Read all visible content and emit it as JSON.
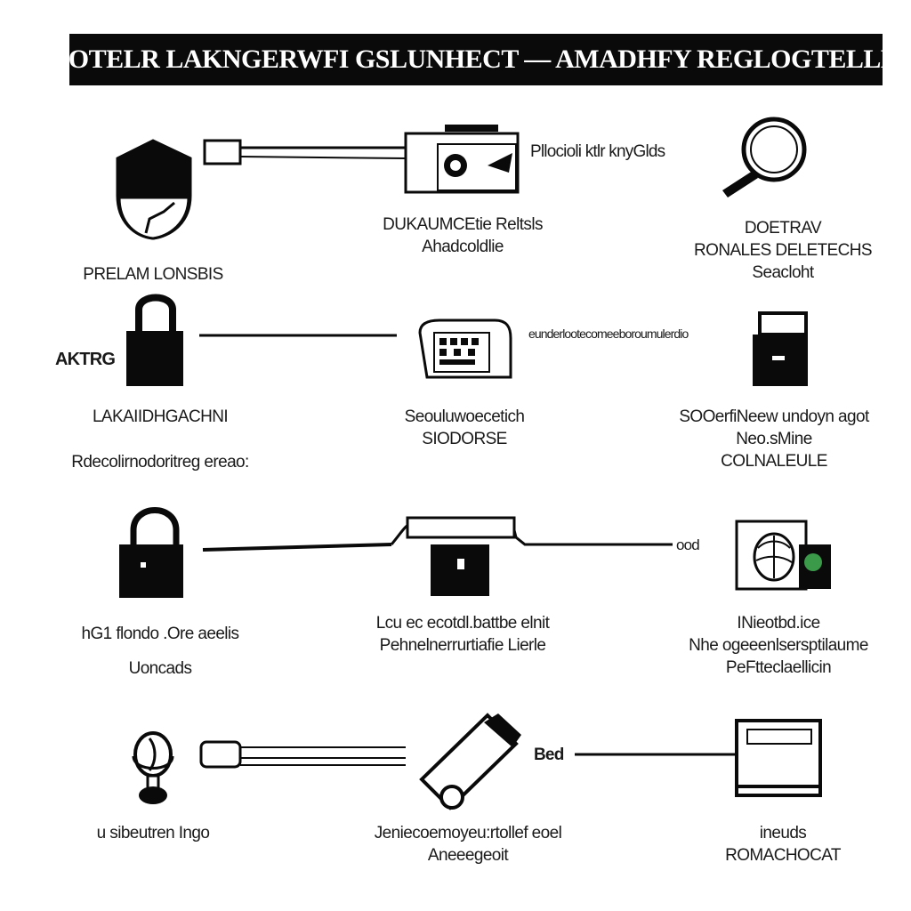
{
  "title": "PLOTELR LAKNGERWFI GSLUNHECT — AMADHFY REGLOGTELLED",
  "colors": {
    "ink": "#0a0a0a",
    "paper": "#ffffff",
    "accent_green": "#3a9a4a"
  },
  "rows": [
    {
      "left": {
        "icon": "shield-icon",
        "lines": [
          "PRELAM LONSBIS"
        ]
      },
      "middle": {
        "icon": "camera-device-icon",
        "lines": [
          "DUKAUMCEtie Reltsls",
          "Ahadcoldlie"
        ]
      },
      "middle_inline": "Pllocioli ktlr knyGlds",
      "right": {
        "icon": "magnifier-icon",
        "lines": [
          "DOETRAV",
          "RONALES DELETECHS",
          "Seacloht"
        ]
      }
    },
    {
      "left_inline": "AKTRG",
      "left": {
        "icon": "padlock-icon",
        "lines": [
          "LAKAIIDHGACHNI",
          "Rdecolirnodoritreg ereao:"
        ]
      },
      "middle": {
        "icon": "keyboard-icon",
        "lines": [
          "Seouluwoecetich",
          "SIODORSE"
        ]
      },
      "middle_inline": "eunderlootecomeeboroumulerdio",
      "right": {
        "icon": "storage-box-icon",
        "lines": [
          "SOOerfiNeew undoyn agot",
          "Neo.sMine",
          "COLNALEULE"
        ]
      }
    },
    {
      "left": {
        "icon": "padlock-icon",
        "lines": [
          "hG1 flondo .Ore aeelis",
          "Uoncads"
        ]
      },
      "middle": {
        "icon": "card-reader-icon",
        "lines": [
          "Lcu ec ecotdl.battbe elnit",
          "Pehnelnerrurtiafie Lierle"
        ]
      },
      "middle_inline": "ood",
      "right": {
        "icon": "brain-display-icon",
        "lines": [
          "INieotbd.ice",
          "Nhe ogeeenlsersptilaume",
          "PeFtteclaellicin"
        ]
      }
    },
    {
      "left": {
        "icon": "microphone-icon",
        "lines": [
          "u sibeutren Ingo"
        ]
      },
      "middle": {
        "icon": "usb-stick-icon",
        "lines": [
          "Jeniecoemoyeu:rtollef eoel",
          "Aneeegeoit"
        ]
      },
      "middle_inline": "Bed",
      "right": {
        "icon": "monitor-icon",
        "lines": [
          "ineuds",
          "ROMACHOCAT"
        ]
      }
    }
  ]
}
